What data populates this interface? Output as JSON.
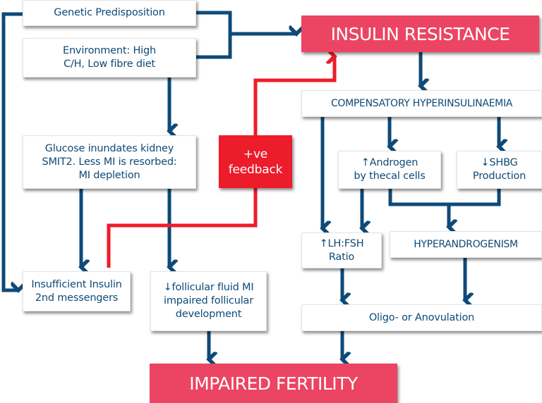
{
  "diagram": {
    "colors": {
      "node_text": "#0e4a78",
      "link_blue": "#0e4a78",
      "link_red": "#ec1c2a",
      "key_node": "#ec4463",
      "feedback_node": "#ec1c2a"
    },
    "nodes": {
      "genetic": "Genetic Predisposition",
      "environment": "Environment: High\nC/H, Low fibre diet",
      "insulin_resistance": "INSULIN RESISTANCE",
      "hyperinsulinaemia": "COMPENSATORY HYPERINSULINAEMIA",
      "glucose": "Glucose inundates kidney\nSMIT2. Less MI is resorbed:\nMI depletion",
      "feedback": "+ve\nfeedback",
      "androgen": "↑Androgen\nby thecal cells",
      "shbg": "↓SHBG\nProduction",
      "lh_fsh": "↑LH:FSH\nRatio",
      "hyperandrogenism": "HYPERANDROGENISM",
      "insufficient_insulin": "Insufficient Insulin\n2nd messengers",
      "follicular": "↓follicular fluid MI\nimpaired follicular\ndevelopment",
      "oligo": "Oligo- or Anovulation",
      "impaired_fertility": "IMPAIRED FERTILITY"
    },
    "edges": [
      {
        "from": "genetic",
        "to": "insulin_resistance",
        "color": "blue"
      },
      {
        "from": "environment",
        "to": "insulin_resistance",
        "color": "blue"
      },
      {
        "from": "genetic",
        "to": "insufficient_insulin",
        "color": "blue"
      },
      {
        "from": "environment",
        "to": "glucose",
        "color": "blue"
      },
      {
        "from": "insulin_resistance",
        "to": "hyperinsulinaemia",
        "color": "blue"
      },
      {
        "from": "hyperinsulinaemia",
        "to": "androgen",
        "color": "blue"
      },
      {
        "from": "hyperinsulinaemia",
        "to": "shbg",
        "color": "blue"
      },
      {
        "from": "hyperinsulinaemia",
        "to": "lh_fsh",
        "color": "blue"
      },
      {
        "from": "androgen",
        "to": "lh_fsh",
        "color": "blue"
      },
      {
        "from": "androgen",
        "to": "hyperandrogenism",
        "color": "blue"
      },
      {
        "from": "shbg",
        "to": "hyperandrogenism",
        "color": "blue"
      },
      {
        "from": "glucose",
        "to": "insufficient_insulin",
        "color": "blue"
      },
      {
        "from": "glucose",
        "to": "follicular",
        "color": "blue"
      },
      {
        "from": "insufficient_insulin",
        "to": "feedback",
        "color": "red"
      },
      {
        "from": "feedback",
        "to": "insulin_resistance",
        "color": "red"
      },
      {
        "from": "lh_fsh",
        "to": "oligo",
        "color": "blue"
      },
      {
        "from": "hyperandrogenism",
        "to": "oligo",
        "color": "blue"
      },
      {
        "from": "follicular",
        "to": "impaired_fertility",
        "color": "blue"
      },
      {
        "from": "oligo",
        "to": "impaired_fertility",
        "color": "blue"
      }
    ]
  }
}
